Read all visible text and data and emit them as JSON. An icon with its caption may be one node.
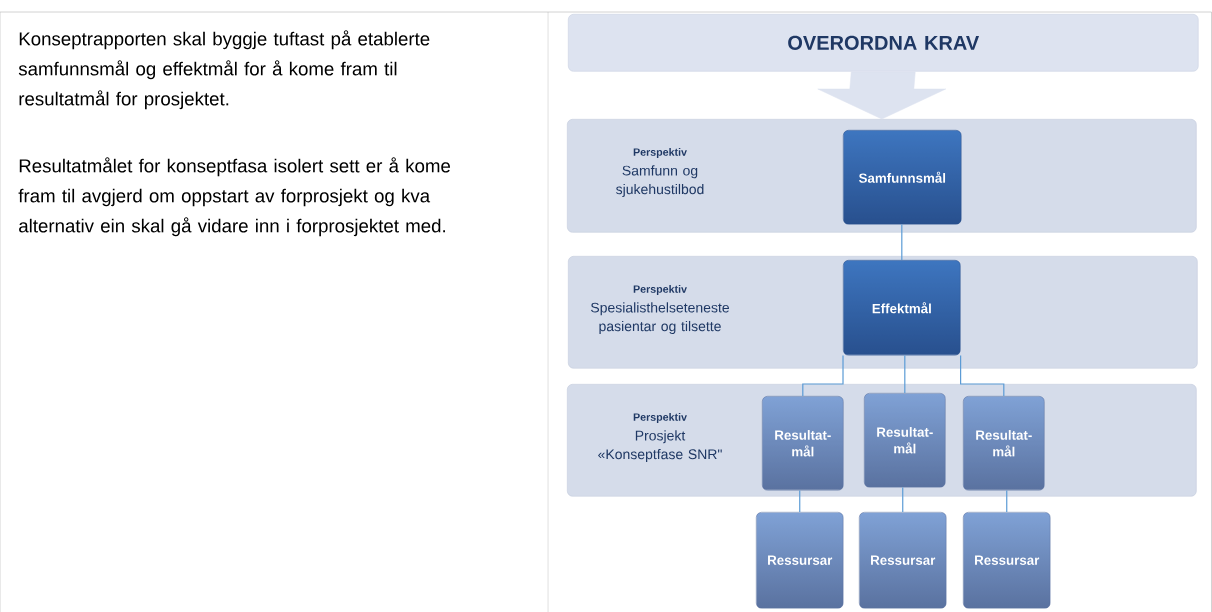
{
  "diagram": {
    "nodes": [
      {
        "text": [
          "OVERORDNA KRAV"
        ]
      },
      {
        "text": [
          "Perspektiv",
          "Samfunn og sjukehustilbod"
        ]
      },
      {
        "text": [
          "Samfunnsmål"
        ],
        "in": 1
      },
      {
        "text": [
          "Perspektiv",
          "Spesialisthelseteneste pasientar og tilsette"
        ]
      },
      {
        "text": [
          "Effektmål"
        ],
        "in": 3
      },
      {
        "text": [
          "Perspektiv",
          "Prosjekt «Konseptfase SNR\""
        ]
      },
      {
        "text": [
          "Resultat- mål"
        ],
        "in": 5
      },
      {
        "text": [
          "Resultat- mål"
        ],
        "in": 5
      },
      {
        "text": [
          "Resultat- mål"
        ],
        "in": 5
      },
      {
        "text": [
          "Ressursar"
        ]
      },
      {
        "text": [
          "Ressursar"
        ]
      },
      {
        "text": [
          "Ressursar"
        ]
      }
    ],
    "edges": [
      {
        "from": 0,
        "to": 1,
        "arrow": "to",
        "style": "thick",
        "color": "#dde3f0"
      },
      {
        "from": 2,
        "to": 4,
        "arrow": "none"
      },
      {
        "from": 4,
        "to": 6,
        "arrow": "none"
      },
      {
        "from": 4,
        "to": 7,
        "arrow": "none"
      },
      {
        "from": 4,
        "to": 8,
        "arrow": "none"
      },
      {
        "from": 6,
        "to": 9,
        "arrow": "none"
      },
      {
        "from": 7,
        "to": 10,
        "arrow": "none"
      },
      {
        "from": 8,
        "to": 11,
        "arrow": "none"
      }
    ],
    "labels": [
      "Konseptrapporten skal byggje tuftast på etablerte samfunnsmål og effektmål for å kome fram til resultatmål for prosjektet.",
      "Resultatmålet for konseptfasa isolert sett er å kome fram til avgjerd om oppstart av forprosjekt og kva alternativ ein skal gå vidare inn i forprosjektet med."
    ]
  }
}
